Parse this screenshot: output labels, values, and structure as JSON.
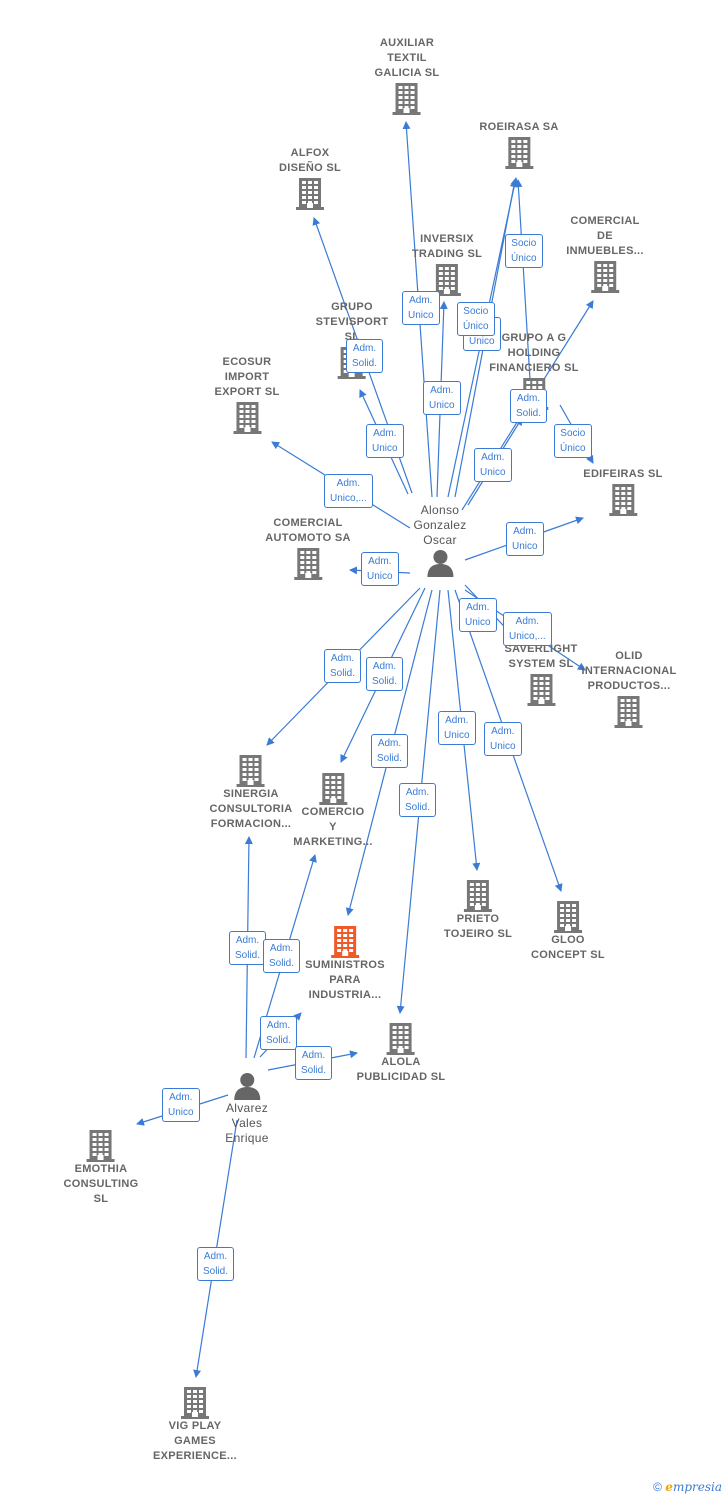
{
  "colors": {
    "edge": "#3a7bd5",
    "building": "#777777",
    "highlight": "#f05a28",
    "person": "#666666"
  },
  "nodes": [
    {
      "id": "auxiliar",
      "label": "AUXILIAR\nTEXTIL\nGALICIA SL",
      "type": "company"
    },
    {
      "id": "roeirasa",
      "label": "ROEIRASA SA",
      "type": "company"
    },
    {
      "id": "alfox",
      "label": "ALFOX\nDISEÑO SL",
      "type": "company"
    },
    {
      "id": "comercial-inmuebles",
      "label": "COMERCIAL\nDE\nINMUEBLES...",
      "type": "company"
    },
    {
      "id": "inversix",
      "label": "INVERSIX\nTRADING SL",
      "type": "company"
    },
    {
      "id": "grupo-stevisport",
      "label": "GRUPO\nSTEVISPORT\nSL",
      "type": "company"
    },
    {
      "id": "grupo-ag",
      "label": "GRUPO A G\nHOLDING\nFINANCIERO SL",
      "type": "company"
    },
    {
      "id": "ecosur",
      "label": "ECOSUR\nIMPORT\nEXPORT  SL",
      "type": "company"
    },
    {
      "id": "edifeiras",
      "label": "EDIFEIRAS SL",
      "type": "company"
    },
    {
      "id": "comercial-automoto",
      "label": "COMERCIAL\nAUTOMOTO SA",
      "type": "company"
    },
    {
      "id": "saverlight",
      "label": "SAVERLIGHT\nSYSTEM SL",
      "type": "company"
    },
    {
      "id": "olid",
      "label": "OLID\nINTERNACIONAL\nPRODUCTOS...",
      "type": "company"
    },
    {
      "id": "sinergia",
      "label": "SINERGIA\nCONSULTORIA\nFORMACION...",
      "type": "company"
    },
    {
      "id": "comercio",
      "label": "COMERCIO\nY\nMARKETING...",
      "type": "company"
    },
    {
      "id": "prieto",
      "label": "PRIETO\nTOJEIRO SL",
      "type": "company"
    },
    {
      "id": "gloo",
      "label": "GLOO\nCONCEPT  SL",
      "type": "company"
    },
    {
      "id": "suministros",
      "label": "SUMINISTROS\nPARA\nINDUSTRIA...",
      "type": "highlight"
    },
    {
      "id": "alola",
      "label": "ALOLA\nPUBLICIDAD SL",
      "type": "company"
    },
    {
      "id": "emothia",
      "label": "EMOTHIA\nCONSULTING\nSL",
      "type": "company"
    },
    {
      "id": "vig",
      "label": "VIG PLAY\nGAMES\nEXPERIENCE...",
      "type": "company"
    },
    {
      "id": "alonso",
      "label": "Alonso\nGonzalez\nOscar",
      "type": "person"
    },
    {
      "id": "alvarez",
      "label": "Alvarez\nVales\nEnrique",
      "type": "person"
    }
  ],
  "edges": [
    {
      "from": "alonso",
      "to": "auxiliar",
      "label": "Adm.\nUnico"
    },
    {
      "from": "alonso",
      "to": "roeirasa",
      "label": "Socio\nÚnico"
    },
    {
      "from": "alonso",
      "to": "alfox",
      "label": "Adm.\nSolid."
    },
    {
      "from": "alonso",
      "to": "inversix",
      "label": "Adm.\nUnico"
    },
    {
      "from": "alonso",
      "to": "grupo-stevisport",
      "label": "Adm.\nUnico"
    },
    {
      "from": "alonso",
      "to": "roeirasa",
      "label": "Adm.\nUnico"
    },
    {
      "from": "grupo-ag",
      "to": "roeirasa",
      "label": "Socio\nÚnico"
    },
    {
      "from": "alonso",
      "to": "comercial-inmuebles",
      "label": "Adm.\nSolid."
    },
    {
      "from": "grupo-ag",
      "to": "edifeiras",
      "label": "Socio\nÚnico"
    },
    {
      "from": "alonso",
      "to": "grupo-ag",
      "label": "Adm.\nUnico"
    },
    {
      "from": "alonso",
      "to": "ecosur",
      "label": "Adm.\nUnico,..."
    },
    {
      "from": "alonso",
      "to": "edifeiras",
      "label": "Adm.\nUnico"
    },
    {
      "from": "alonso",
      "to": "comercial-automoto",
      "label": "Adm.\nUnico"
    },
    {
      "from": "alonso",
      "to": "saverlight",
      "label": "Adm.\nUnico"
    },
    {
      "from": "alonso",
      "to": "olid",
      "label": "Adm.\nUnico,..."
    },
    {
      "from": "alonso",
      "to": "sinergia",
      "label": "Adm.\nSolid."
    },
    {
      "from": "alonso",
      "to": "comercio",
      "label": "Adm.\nSolid."
    },
    {
      "from": "alonso",
      "to": "suministros",
      "label": "Adm.\nSolid."
    },
    {
      "from": "alonso",
      "to": "alola",
      "label": "Adm.\nSolid."
    },
    {
      "from": "alonso",
      "to": "prieto",
      "label": "Adm.\nUnico"
    },
    {
      "from": "alonso",
      "to": "gloo",
      "label": "Adm.\nUnico"
    },
    {
      "from": "alvarez",
      "to": "sinergia",
      "label": "Adm.\nSolid."
    },
    {
      "from": "alvarez",
      "to": "comercio",
      "label": "Adm.\nSolid."
    },
    {
      "from": "alvarez",
      "to": "suministros",
      "label": "Adm.\nSolid."
    },
    {
      "from": "alvarez",
      "to": "alola",
      "label": "Adm.\nSolid."
    },
    {
      "from": "alvarez",
      "to": "emothia",
      "label": "Adm.\nUnico"
    },
    {
      "from": "alvarez",
      "to": "vig",
      "label": "Adm.\nSolid."
    }
  ],
  "footer": {
    "copyright": "©",
    "brand_initial": "e",
    "brand_rest": "mpresia"
  }
}
